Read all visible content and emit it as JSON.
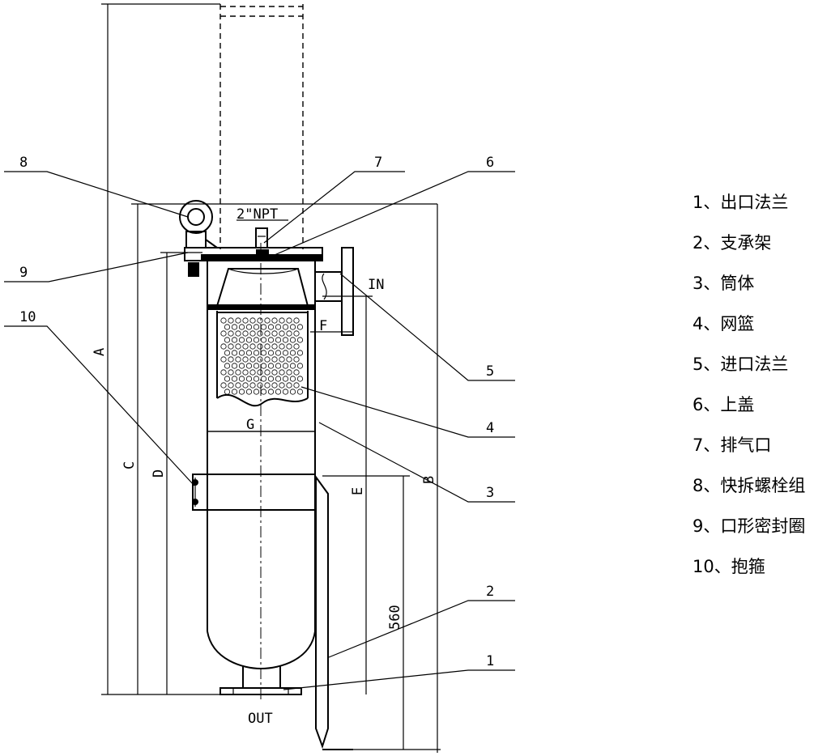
{
  "callouts": [
    "1",
    "2",
    "3",
    "4",
    "5",
    "6",
    "7",
    "8",
    "9",
    "10"
  ],
  "dimensions": {
    "A": "A",
    "B": "B",
    "C": "C",
    "D": "D",
    "E": "E",
    "F": "F",
    "G": "G",
    "height_560": "560",
    "vent": "2\"NPT"
  },
  "ports": {
    "inlet": "IN",
    "outlet": "OUT"
  },
  "legend": [
    "1、出口法兰",
    "2、支承架",
    "3、筒体",
    "4、网篮",
    "5、进口法兰",
    "6、上盖",
    "7、排气口",
    "8、快拆螺栓组",
    "9、口形密封圈",
    "10、抱箍"
  ]
}
